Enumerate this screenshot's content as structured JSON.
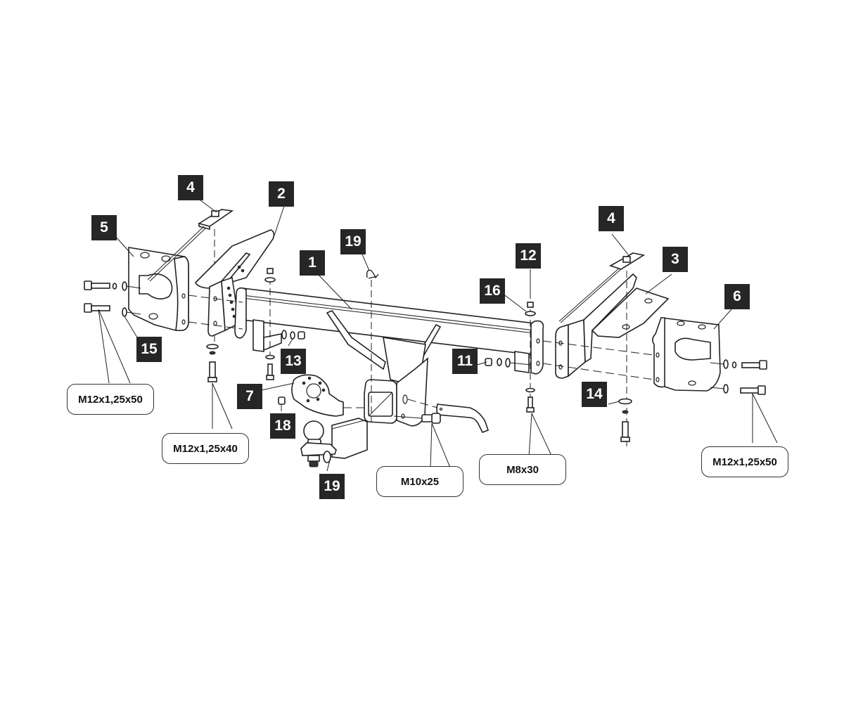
{
  "diagram": {
    "title": "Tow hitch assembly – exploded view",
    "colors": {
      "callout_bg": "#262626",
      "callout_text": "#ffffff",
      "line": "#222222",
      "background": "#ffffff"
    },
    "callouts": [
      {
        "id": "c4-left",
        "label": "4",
        "part": "clamp plate with nut (left)"
      },
      {
        "id": "c2",
        "label": "2",
        "part": "left side bracket"
      },
      {
        "id": "c5",
        "label": "5",
        "part": "left mounting plate"
      },
      {
        "id": "c19-clip",
        "label": "19",
        "part": "hitch pin clip"
      },
      {
        "id": "c1",
        "label": "1",
        "part": "main crossbar with receiver"
      },
      {
        "id": "c12",
        "label": "12",
        "part": "nut M8"
      },
      {
        "id": "c16",
        "label": "16",
        "part": "washer"
      },
      {
        "id": "c11",
        "label": "11",
        "part": "nut with washers"
      },
      {
        "id": "c4-right",
        "label": "4",
        "part": "clamp plate with nut (right)"
      },
      {
        "id": "c3",
        "label": "3",
        "part": "right side bracket"
      },
      {
        "id": "c6",
        "label": "6",
        "part": "right mounting plate"
      },
      {
        "id": "c15",
        "label": "15",
        "part": "washers"
      },
      {
        "id": "c13",
        "label": "13",
        "part": "nut with washers"
      },
      {
        "id": "c7",
        "label": "7",
        "part": "electrical socket bracket"
      },
      {
        "id": "c18",
        "label": "18",
        "part": "nut"
      },
      {
        "id": "c19-ball",
        "label": "19",
        "part": "ball mount"
      },
      {
        "id": "c14",
        "label": "14",
        "part": "large washer"
      }
    ],
    "specs": [
      {
        "id": "s-left-bolts",
        "label": "M12x1,25x50"
      },
      {
        "id": "s-left-vertical",
        "label": "M12x1,25x40"
      },
      {
        "id": "s-socket-bolt",
        "label": "M10x25"
      },
      {
        "id": "s-center-vertical",
        "label": "M8x30"
      },
      {
        "id": "s-right-bolts",
        "label": "M12x1,25x50"
      }
    ]
  }
}
